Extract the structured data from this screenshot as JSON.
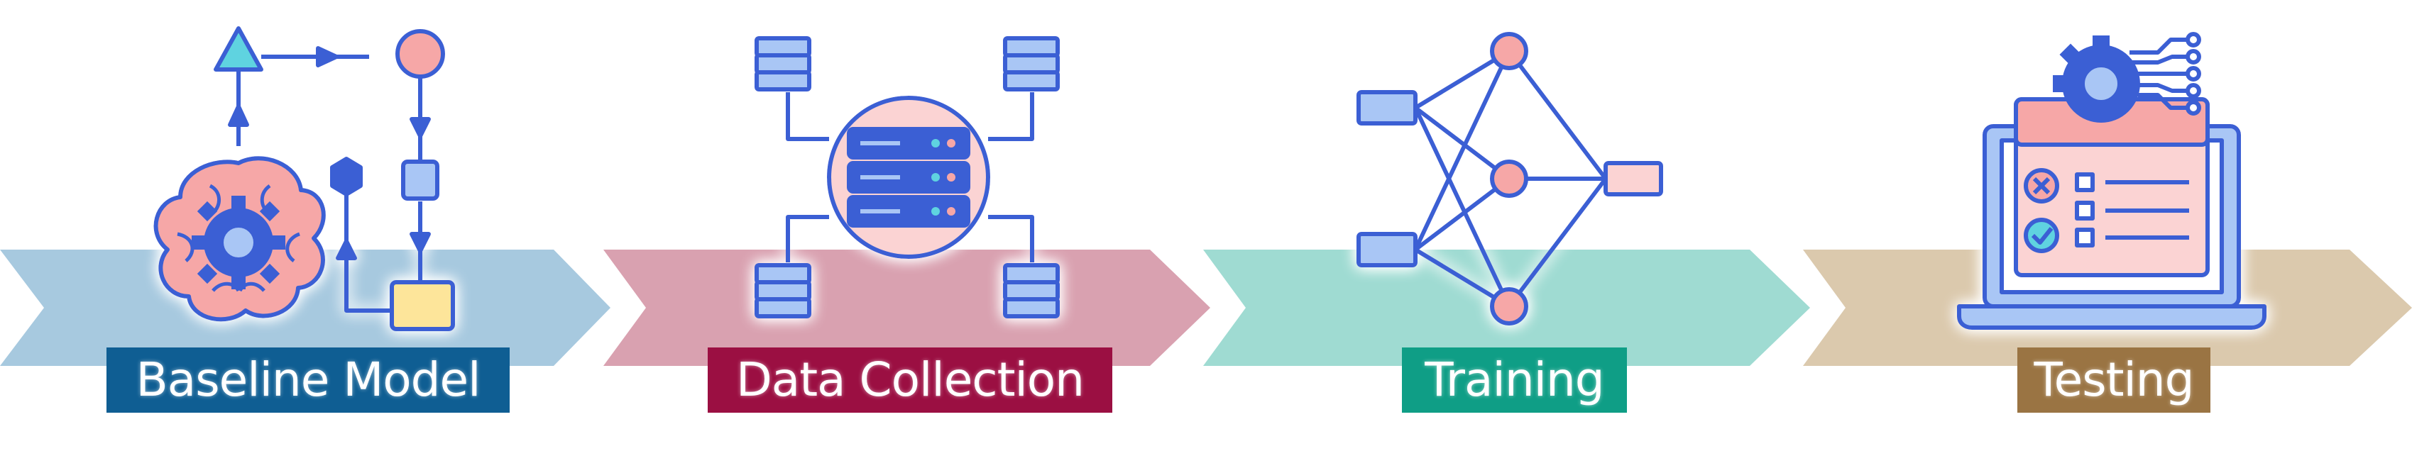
{
  "stages": [
    {
      "label": "Baseline Model",
      "arrow_color": "#a7c9df",
      "label_bg": "#0f5e93"
    },
    {
      "label": "Data Collection",
      "arrow_color": "#d9a1b0",
      "label_bg": "#9b0f42"
    },
    {
      "label": "Training",
      "arrow_color": "#9fdbd2",
      "label_bg": "#0f9e86"
    },
    {
      "label": "Testing",
      "arrow_color": "#dbc9ad",
      "label_bg": "#9a7443"
    }
  ],
  "icons": {
    "stage1": "brain-gear-flowchart-icon",
    "stage2": "database-server-network-icon",
    "stage3": "neural-network-icon",
    "stage4": "laptop-checklist-gear-icon"
  },
  "colors": {
    "line": "#3b5fd4",
    "pink": "#f6a7a7",
    "light_pink": "#fbd3d3",
    "light_blue": "#a9c6f5",
    "teal": "#5ed3e0",
    "yellow": "#fde59a"
  }
}
